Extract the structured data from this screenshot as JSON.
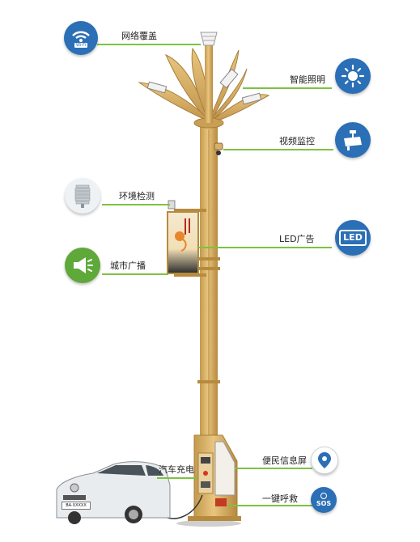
{
  "features": {
    "wifi": {
      "label": "网络覆盖",
      "icon": "wifi-icon"
    },
    "lighting": {
      "label": "智能照明",
      "icon": "sun-icon"
    },
    "camera": {
      "label": "视频监控",
      "icon": "camera-icon"
    },
    "environment": {
      "label": "环境检测",
      "icon": "weather-station-icon"
    },
    "led": {
      "label": "LED广告",
      "icon": "led-screen-icon",
      "badge": "LED"
    },
    "broadcast": {
      "label": "城市广播",
      "icon": "speaker-icon"
    },
    "charging": {
      "label": "汽车充电",
      "icon": "car-icon"
    },
    "info_screen": {
      "label": "便民信息屏",
      "icon": "location-pin-icon"
    },
    "sos": {
      "label": "一键呼救",
      "icon": "sos-icon",
      "badge": "SOS"
    }
  },
  "car": {
    "plate": "BA·XXXXX"
  },
  "wifi_badge": "Wi-Fi",
  "colors": {
    "line": "#7dc242",
    "pole": "#d9b165",
    "pole_dark": "#b68b3f",
    "icon_blue": "#2b6fb6",
    "icon_green": "#5fa83a"
  }
}
